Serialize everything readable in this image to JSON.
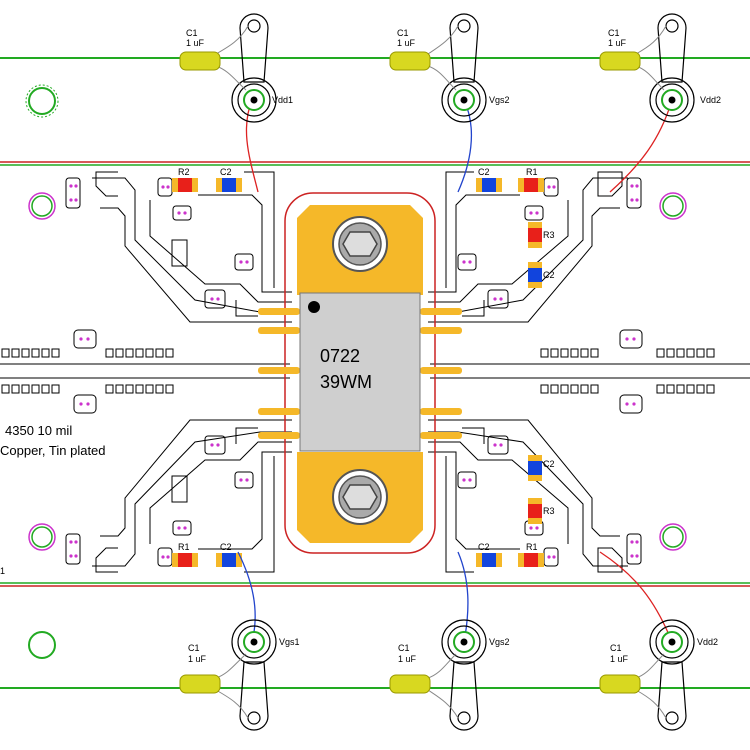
{
  "chip": {
    "line1": "0722",
    "line2": "39WM"
  },
  "note": {
    "line1": "4350 10 mil",
    "line2": "Copper, Tin plated",
    "edge_mark": "1"
  },
  "connectors": {
    "top": [
      {
        "cap_name": "C1",
        "cap_value": "1 uF",
        "pin": "Vdd1"
      },
      {
        "cap_name": "C1",
        "cap_value": "1 uF",
        "pin": "Vgs2"
      },
      {
        "cap_name": "C1",
        "cap_value": "1 uF",
        "pin": "Vdd2"
      }
    ],
    "bottom": [
      {
        "cap_name": "C1",
        "cap_value": "1 uF",
        "pin": "Vgs1"
      },
      {
        "cap_name": "C1",
        "cap_value": "1 uF",
        "pin": "Vgs2"
      },
      {
        "cap_name": "C1",
        "cap_value": "1 uF",
        "pin": "Vdd2"
      }
    ]
  },
  "components": {
    "tl": {
      "r": "R2",
      "c": "C2"
    },
    "tr": {
      "r": "R1",
      "c": "C2",
      "r3": "R3",
      "c3": "C2"
    },
    "bl": {
      "r": "R1",
      "c": "C2"
    },
    "br": {
      "r": "R1",
      "c": "C2",
      "r3": "R3",
      "c3": "C2"
    }
  },
  "colors": {
    "trace": "#000000",
    "rail_green": "#22aa22",
    "rail_red": "#cc2222",
    "gold": "#f5b829",
    "chip_gray": "#cfcfcf",
    "resistor_red": "#e8201a",
    "cap_blue": "#1144dd",
    "cap_yellow": "#d8d820",
    "wire_red": "#dd2222",
    "wire_blue": "#2244cc",
    "pad_magenta": "#cc33cc"
  }
}
